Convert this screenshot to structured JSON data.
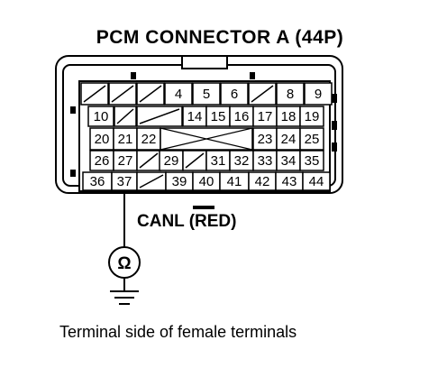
{
  "title": "PCM CONNECTOR A (44P)",
  "wire_label": "CANL (RED)",
  "meter_symbol": "Ω",
  "caption": "Terminal side of female terminals",
  "row1": [
    {
      "label": ""
    },
    {
      "label": ""
    },
    {
      "label": ""
    },
    {
      "label": "4"
    },
    {
      "label": "5"
    },
    {
      "label": "6"
    },
    {
      "label": ""
    },
    {
      "label": "8"
    },
    {
      "label": "9"
    }
  ],
  "row2": [
    {
      "label": "10"
    },
    {
      "label": ""
    },
    {
      "label": ""
    },
    {
      "label": "14"
    },
    {
      "label": "15"
    },
    {
      "label": "16"
    },
    {
      "label": "17"
    },
    {
      "label": "18"
    },
    {
      "label": "19"
    }
  ],
  "row3": [
    {
      "label": "20"
    },
    {
      "label": "21"
    },
    {
      "label": "22"
    },
    {
      "label": "23"
    },
    {
      "label": "24"
    },
    {
      "label": "25"
    }
  ],
  "row4": [
    {
      "label": "26"
    },
    {
      "label": "27"
    },
    {
      "label": ""
    },
    {
      "label": "29"
    },
    {
      "label": ""
    },
    {
      "label": "31"
    },
    {
      "label": "32"
    },
    {
      "label": "33"
    },
    {
      "label": "34"
    },
    {
      "label": "35"
    }
  ],
  "row5": [
    {
      "label": "36"
    },
    {
      "label": "37"
    },
    {
      "label": ""
    },
    {
      "label": "39"
    },
    {
      "label": "40"
    },
    {
      "label": "41"
    },
    {
      "label": "42"
    },
    {
      "label": "43"
    },
    {
      "label": "44"
    }
  ],
  "probe_terminal": "37"
}
